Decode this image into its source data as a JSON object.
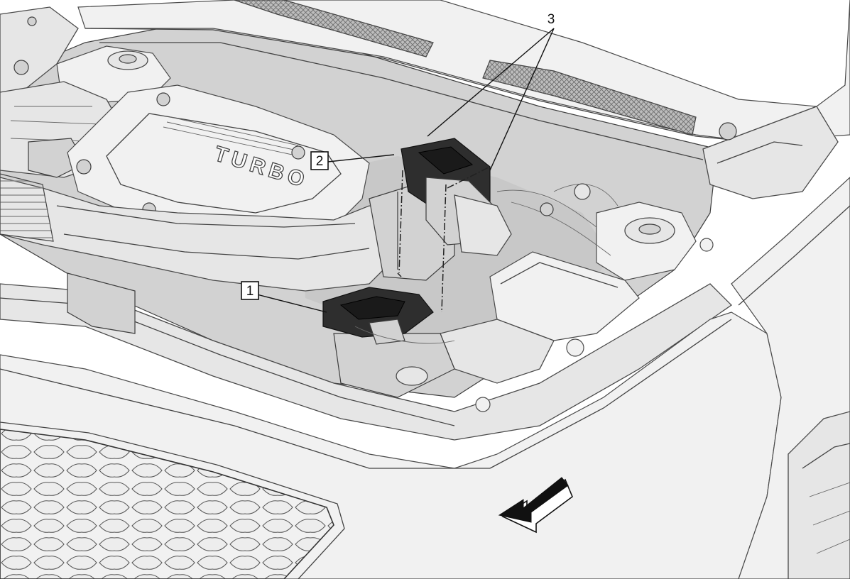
{
  "callouts": [
    {
      "id": "1",
      "label": "1"
    },
    {
      "id": "2",
      "label": "2"
    },
    {
      "id": "3",
      "label": "3"
    }
  ],
  "engine_cover_text": "TURBO",
  "colors": {
    "line": "#111111",
    "panel": "#e6e6e6",
    "dark_component": "#2e2e2e"
  },
  "icons": {
    "direction_arrow": "front-direction-arrow-icon"
  }
}
